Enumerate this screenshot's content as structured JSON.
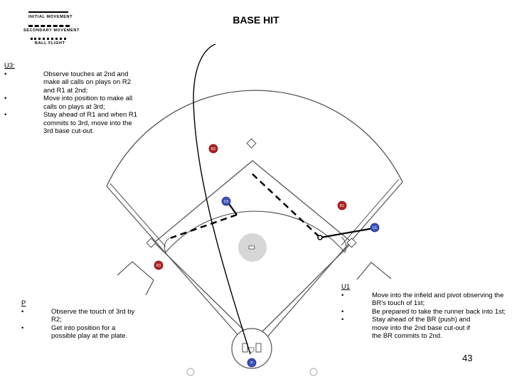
{
  "legend": {
    "initial": "INITIAL MOVEMENT",
    "secondary": "SECONDARY MOVEMENT",
    "ball": "BALL FLIGHT"
  },
  "title": "BASE HIT",
  "u3": {
    "heading": "U3:",
    "items": [
      "Observe touches at 2nd and make all calls on plays on R2 and R1 at 2nd;",
      "Move into position to make all calls on plays at 3rd;",
      "Stay ahead of R1 and when R1 commits to 3rd, move into the 3rd base cut-out."
    ]
  },
  "p": {
    "heading": "P",
    "items": [
      "Observe the touch of 3rd by R2;",
      "Get into position for a possible play at the plate."
    ]
  },
  "u1": {
    "heading": "U1",
    "items": [
      "Move into the infield and pivot observing the BR's touch of 1st;",
      "Be prepared to take the runner back into 1st;",
      "Stay ahead of the BR (push) and move into the 2nd base cut-out if the BR commits to 2nd."
    ]
  },
  "bullet": "•",
  "page_number": "43",
  "markers": {
    "r2": "R2",
    "r1": "R1",
    "r3": "R3",
    "u3": "U3",
    "u1": "U1",
    "p": "P"
  },
  "colors": {
    "runner": "#b22222",
    "umpire": "#3a4fb8",
    "field_line": "#555555"
  }
}
